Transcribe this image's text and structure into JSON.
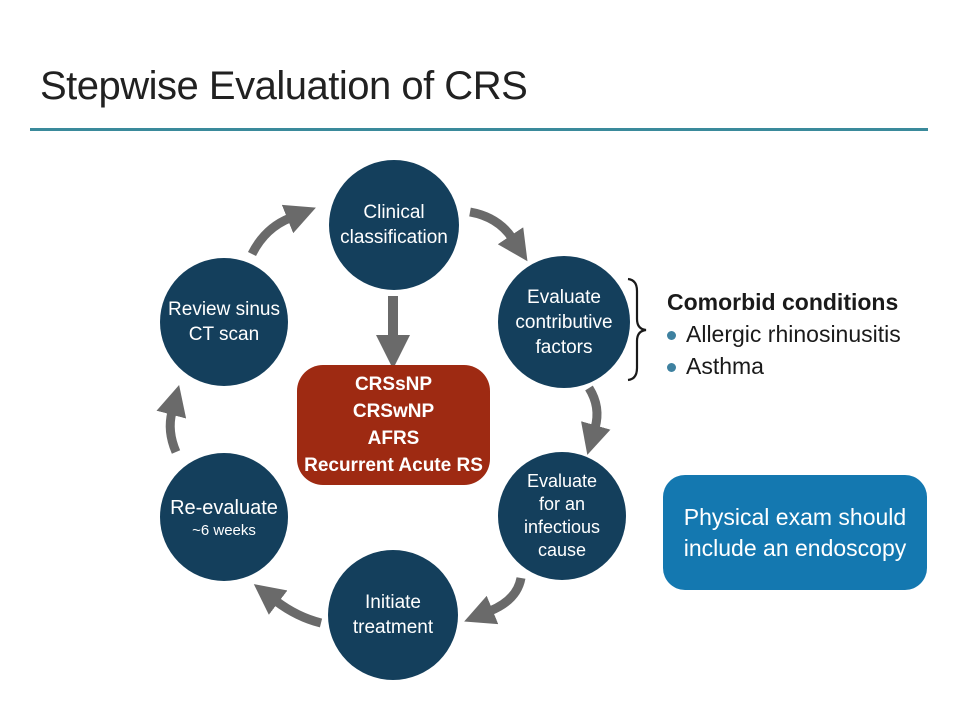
{
  "slide": {
    "title": "Stepwise Evaluation of CRS"
  },
  "cycle": {
    "steps": [
      {
        "id": "clinical-classification",
        "label": "Clinical\nclassification"
      },
      {
        "id": "evaluate-contributive-factors",
        "label": "Evaluate\ncontributive\nfactors"
      },
      {
        "id": "evaluate-infectious-cause",
        "label": "Evaluate\nfor an\ninfectious\ncause"
      },
      {
        "id": "initiate-treatment",
        "label": "Initiate\ntreatment"
      },
      {
        "id": "re-evaluate",
        "label": "Re-evaluate",
        "sublabel": "~6 weeks"
      },
      {
        "id": "review-sinus-ct-scan",
        "label": "Review sinus\nCT scan"
      }
    ],
    "circle_color": "#143F5C",
    "arrow_color": "#6A6A6A"
  },
  "center_box": {
    "lines": [
      "CRSsNP",
      "CRSwNP",
      "AFRS",
      "Recurrent Acute RS"
    ],
    "bg_color": "#9E2A12"
  },
  "comorbid": {
    "heading": "Comorbid conditions",
    "items": [
      "Allergic rhinosinusitis",
      "Asthma"
    ],
    "bullet_color": "#3E81A0"
  },
  "callout": {
    "text": "Physical exam should\ninclude an endoscopy",
    "bg_color": "#1478B0"
  },
  "accents": {
    "title_rule_color": "#3A8A9B"
  }
}
